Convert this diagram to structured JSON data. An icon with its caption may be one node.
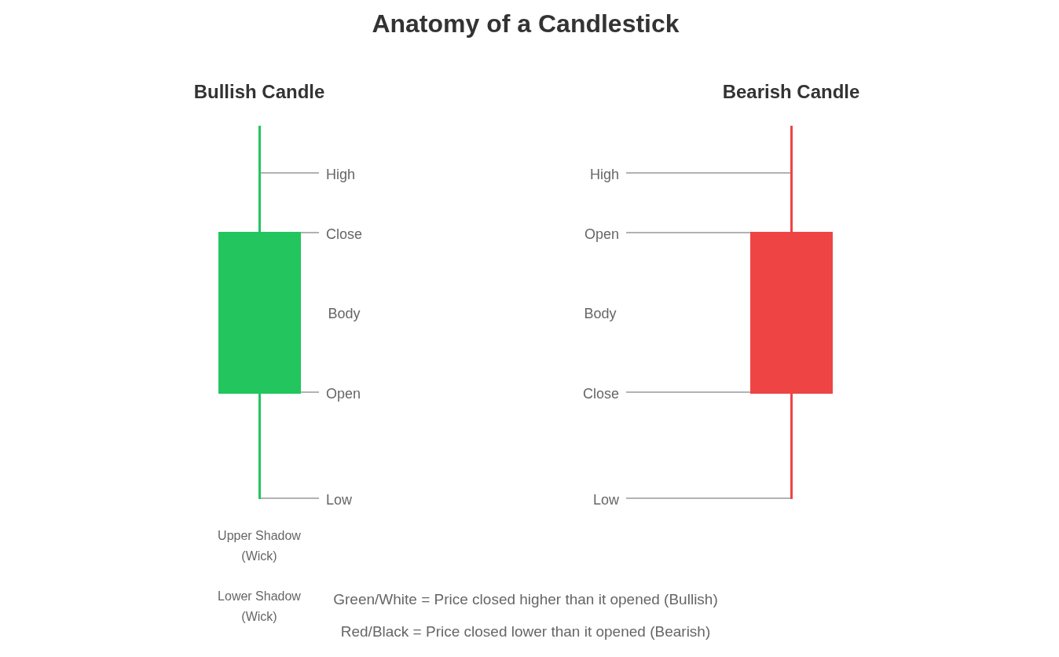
{
  "diagram": {
    "title": "Anatomy of a Candlestick",
    "nodes": [
      {
        "text": [
          "High"
        ]
      },
      {
        "text": [
          "Close"
        ]
      },
      {
        "text": [
          "Open"
        ]
      },
      {
        "text": [
          "Low"
        ]
      },
      {
        "text": [],
        "shape": "bar"
      },
      {
        "text": [],
        "shape": "bar"
      },
      {
        "text": [
          "High"
        ]
      },
      {
        "text": [
          "Open"
        ]
      },
      {
        "text": [
          "Close"
        ]
      },
      {
        "text": [
          "Low"
        ]
      },
      {
        "text": [],
        "shape": "bar"
      },
      {
        "text": [],
        "shape": "bar"
      }
    ],
    "edges": [
      {
        "from": 0,
        "to": 4,
        "arrow": "none"
      },
      {
        "from": 1,
        "to": 5,
        "arrow": "none"
      },
      {
        "from": 2,
        "to": 5,
        "arrow": "none"
      },
      {
        "from": 3,
        "to": 4,
        "arrow": "none"
      },
      {
        "from": 6,
        "to": 10,
        "arrow": "none"
      },
      {
        "from": 7,
        "to": 11,
        "arrow": "none"
      },
      {
        "from": 8,
        "to": 11,
        "arrow": "none"
      },
      {
        "from": 9,
        "to": 10,
        "arrow": "none"
      }
    ],
    "labels": [
      "Bullish Candle",
      "Bearish Candle",
      "Body",
      "Body",
      "Upper Shadow (Wick)",
      "Lower Shadow (Wick)",
      "Green/White = Price closed higher than it opened (Bullish)",
      "Red/Black = Price closed lower than it opened (Bearish)"
    ]
  }
}
